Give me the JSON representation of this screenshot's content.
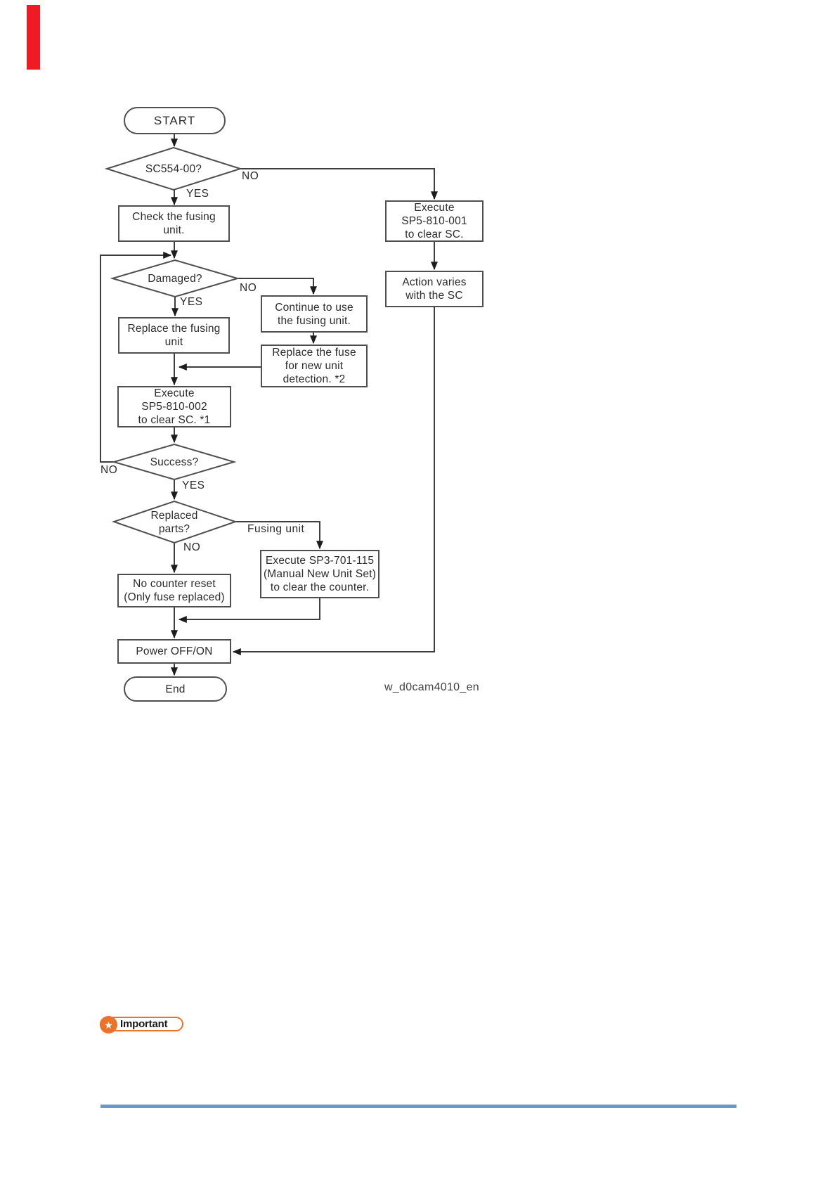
{
  "page": {
    "figure_code": "w_d0cam4010_en"
  },
  "colors": {
    "revision_red": "#ed1c24",
    "badge_orange": "#e8742c",
    "divider_blue": "#6a98cc",
    "line_gray": "#4f4f4f",
    "text_dark": "#2b2b2b"
  },
  "flowchart": {
    "nodes": {
      "start": "START",
      "sc554": "SC554-00?",
      "check_fusing": "Check the fusing\nunit.",
      "damaged": "Damaged?",
      "replace_fusing": "Replace the fusing\nunit",
      "exec_sp5_810_002": "Execute\nSP5-810-002\nto clear SC. *1",
      "success": "Success?",
      "replaced_parts": "Replaced\nparts?",
      "no_counter_reset": "No counter reset\n(Only fuse replaced)",
      "power_off_on": "Power OFF/ON",
      "end": "End",
      "continue_use": "Continue to use\nthe fusing unit.",
      "replace_fuse": "Replace the fuse\nfor new unit\ndetection. *2",
      "exec_sp3_701_115": "Execute SP3-701-115\n(Manual New Unit Set)\nto clear the counter.",
      "exec_sp5_810_001": "Execute\nSP5-810-001\nto clear SC.",
      "action_varies": "Action varies\nwith the SC"
    },
    "edge_labels": {
      "sc554_yes": "YES",
      "sc554_no": "NO",
      "damaged_yes": "YES",
      "damaged_no": "NO",
      "success_no": "NO",
      "success_yes": "YES",
      "replaced_no": "NO",
      "replaced_fusing": "Fusing unit"
    }
  },
  "badge": {
    "important_label": "Important",
    "star_icon": "★"
  }
}
